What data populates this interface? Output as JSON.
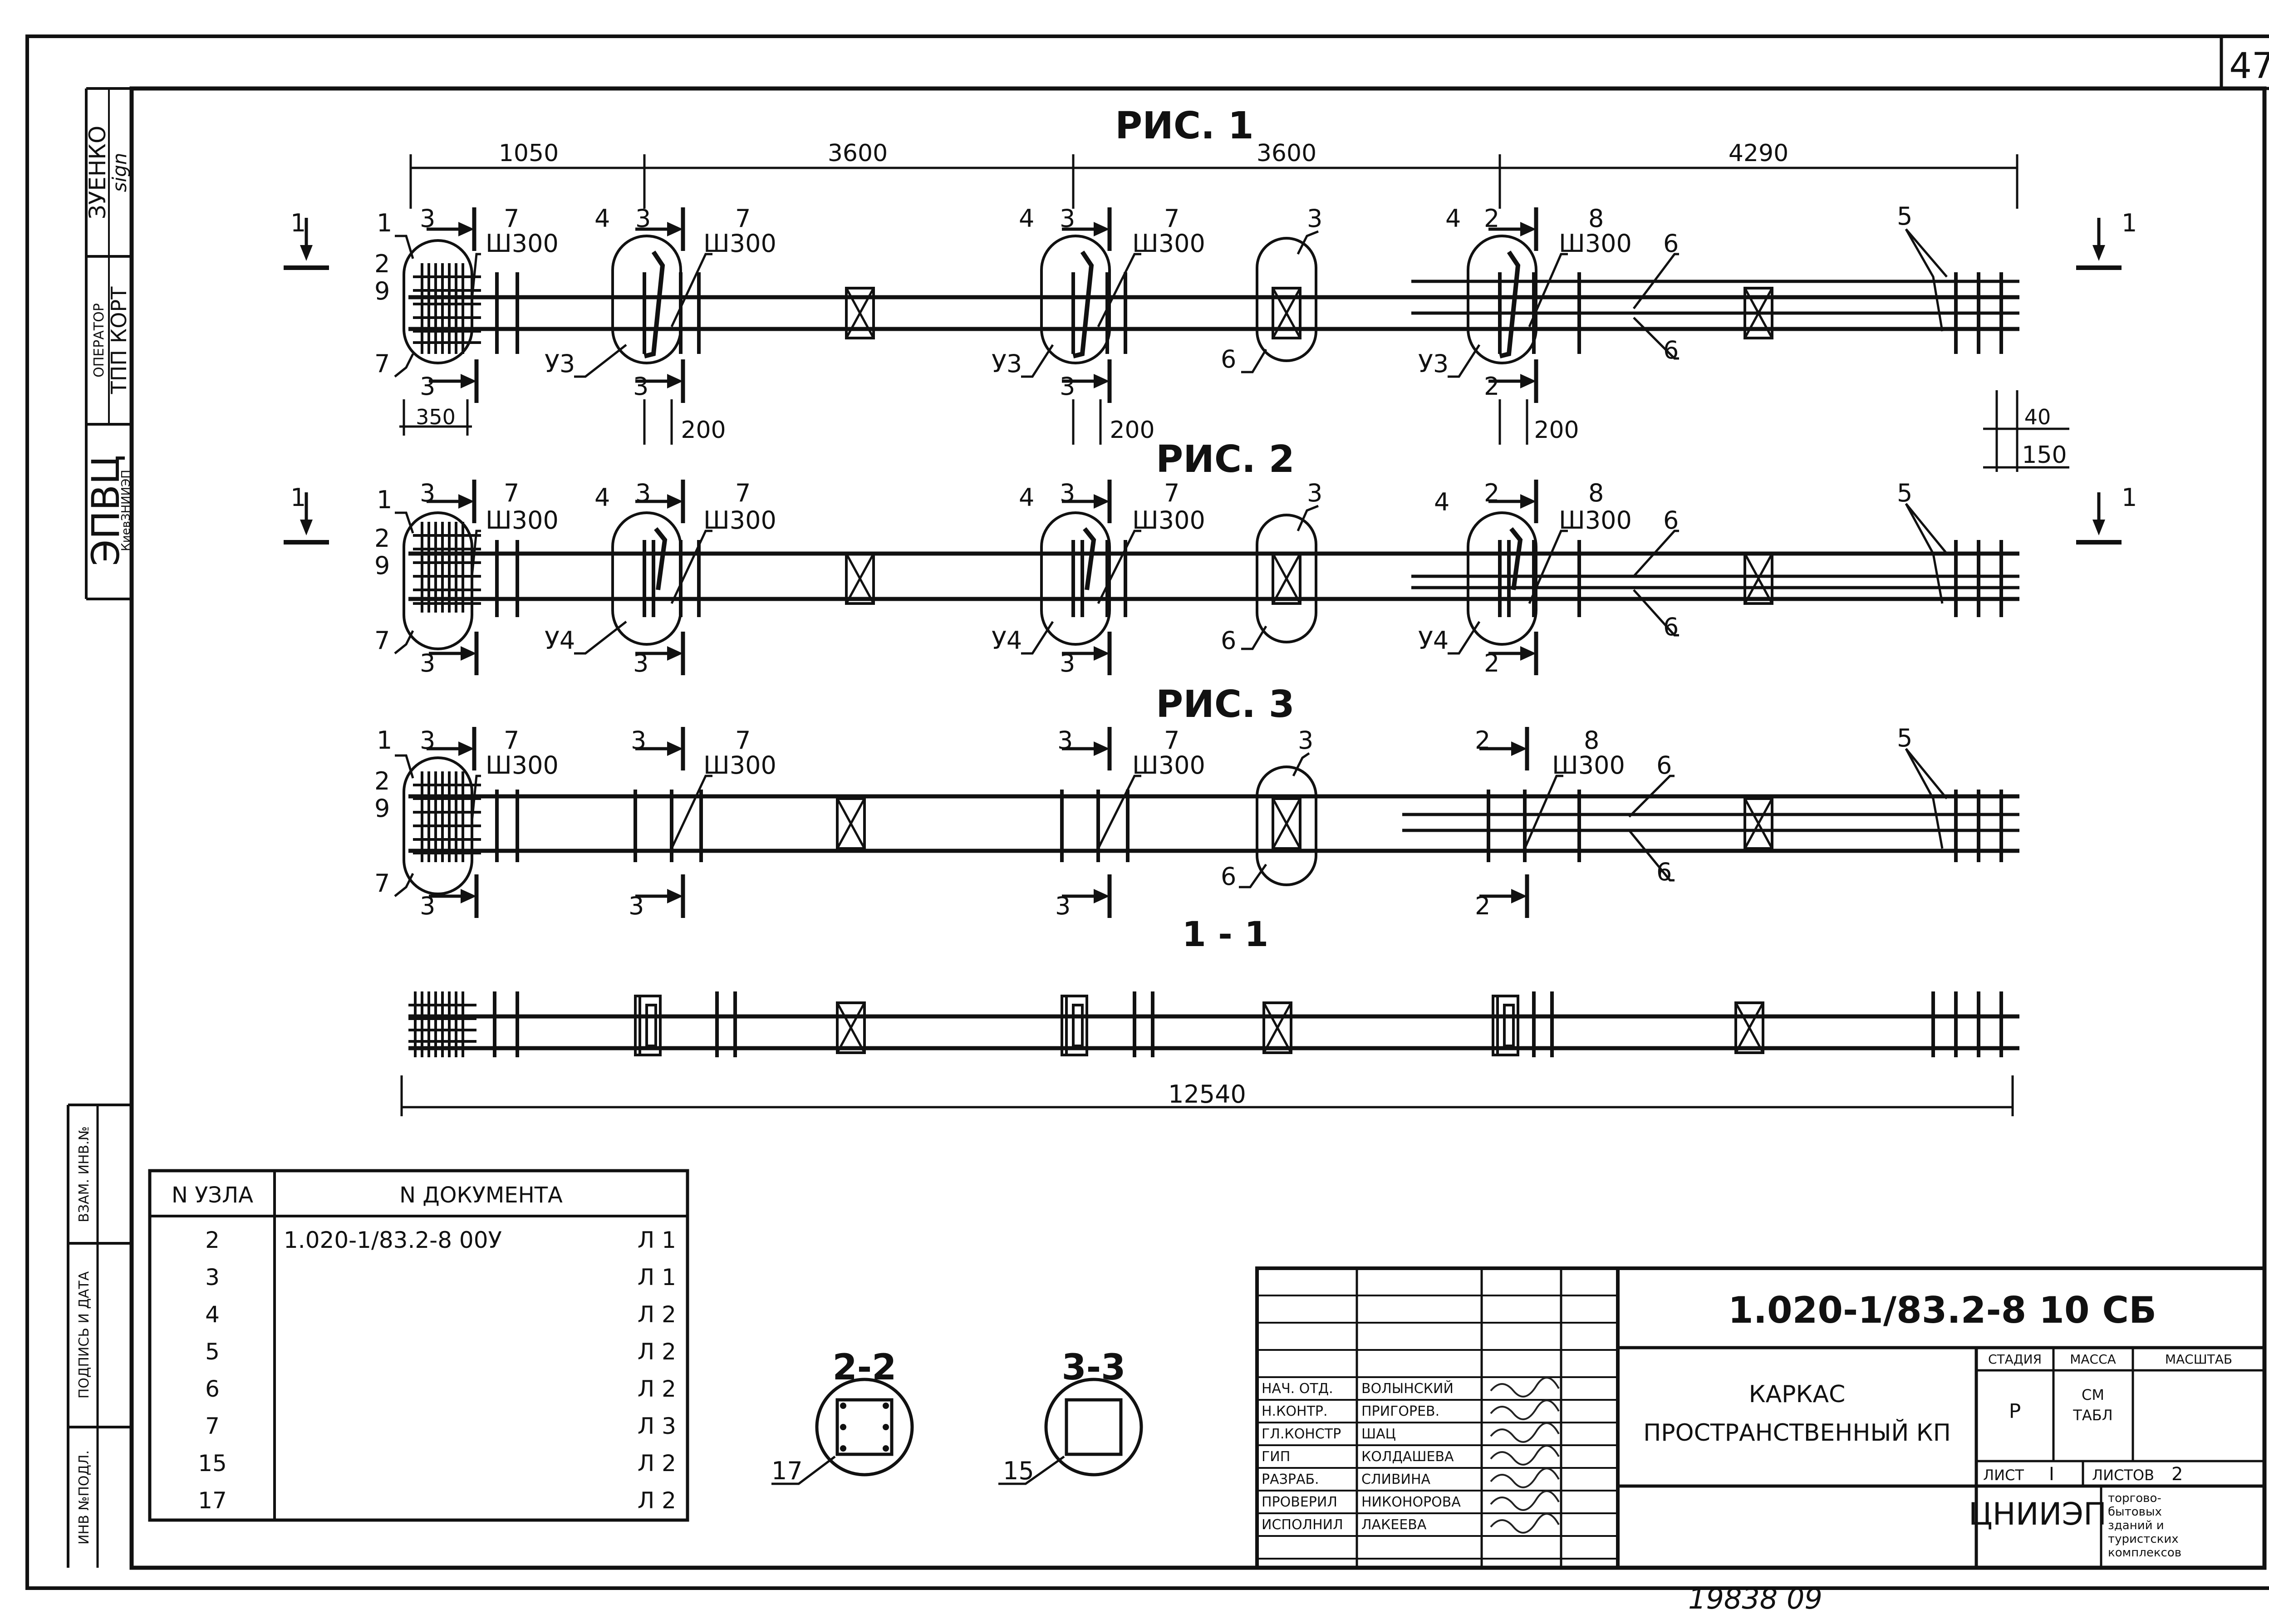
{
  "sheet": {
    "page_number": "47",
    "handwritten_bottom": "19838  09"
  },
  "left_strip": {
    "org_line1": "ЭПВЦ",
    "org_line2": "КиевЗНИИЭП",
    "operator_label": "ОПЕРАТОР",
    "operator_value": "ТПП КОРТ",
    "name": "ЗУЕНКО",
    "bottom_boxes": [
      "ВЗАМ. ИНВ.№",
      "ПОДПИСЬ И ДАТА",
      "ИНВ №ПОДЛ."
    ]
  },
  "figures": [
    {
      "title": "РИС. 1",
      "dims_top": [
        "1050",
        "3600",
        "3600",
        "4290"
      ],
      "dims_bottom": [
        "350",
        "200",
        "200",
        "200",
        "40",
        "150"
      ],
      "section_mark": "1",
      "callouts": {
        "n1": "1",
        "n2": "2",
        "n9": "9",
        "n7": "7",
        "a3": "3",
        "a7": "7",
        "a_sh": "Ш300",
        "b4": "4",
        "b3": "3",
        "b7": "7",
        "b_sh": "Ш300",
        "b_u": "У3",
        "b_cut": "3",
        "c4": "4",
        "c3": "3",
        "c7": "7",
        "c_sh": "Ш300",
        "c_u": "У3",
        "c_cut": "3",
        "d3": "3",
        "d6": "6",
        "e4": "4",
        "e2": "2",
        "e8": "8",
        "e_sh": "Ш300",
        "e_u": "У3",
        "e_cut": "2",
        "e6a": "6",
        "e6b": "6",
        "f5": "5",
        "a_cut": "3"
      }
    },
    {
      "title": "РИС. 2",
      "section_mark": "1",
      "callouts": {
        "n1": "1",
        "n2": "2",
        "n9": "9",
        "n7": "7",
        "a3": "3",
        "a7": "7",
        "a_sh": "Ш300",
        "b4": "4",
        "b3": "3",
        "b7": "7",
        "b_sh": "Ш300",
        "b_u": "У4",
        "b_cut": "3",
        "c4": "4",
        "c3": "3",
        "c7": "7",
        "c_sh": "Ш300",
        "c_u": "У4",
        "c_cut": "3",
        "d3": "3",
        "d6": "6",
        "e4": "4",
        "e2": "2",
        "e8": "8",
        "e_sh": "Ш300",
        "e_u": "У4",
        "e_cut": "2",
        "e6a": "6",
        "e6b": "6",
        "f5": "5",
        "a_cut": "3"
      }
    },
    {
      "title": "РИС. 3",
      "callouts": {
        "n1": "1",
        "n2": "2",
        "n9": "9",
        "n7": "7",
        "a3": "3",
        "a7": "7",
        "a_sh": "Ш300",
        "b3": "3",
        "b7": "7",
        "b_sh": "Ш300",
        "b_cut": "3",
        "c3": "3",
        "c7": "7",
        "c_sh": "Ш300",
        "c_cut": "3",
        "d3": "3",
        "d6": "6",
        "e2": "2",
        "e8": "8",
        "e_sh": "Ш300",
        "e_cut": "2",
        "e6a": "6",
        "e6b": "6",
        "f5": "5",
        "a_cut": "3"
      }
    }
  ],
  "section_1_1": {
    "title": "1 - 1",
    "overall_dim": "12540"
  },
  "sections_small": [
    {
      "title": "2-2",
      "callout": "17"
    },
    {
      "title": "3-3",
      "callout": "15"
    }
  ],
  "node_table": {
    "headers": [
      "N УЗЛА",
      "N ДОКУМЕНТА"
    ],
    "rows": [
      {
        "node": "2",
        "doc": "1.020-1/83.2-8 00У",
        "sheet": "Л 1"
      },
      {
        "node": "3",
        "doc": "",
        "sheet": "Л 1"
      },
      {
        "node": "4",
        "doc": "",
        "sheet": "Л 2"
      },
      {
        "node": "5",
        "doc": "",
        "sheet": "Л 2"
      },
      {
        "node": "6",
        "doc": "",
        "sheet": "Л 2"
      },
      {
        "node": "7",
        "doc": "",
        "sheet": "Л 3"
      },
      {
        "node": "15",
        "doc": "",
        "sheet": "Л 2"
      },
      {
        "node": "17",
        "doc": "",
        "sheet": "Л 2"
      }
    ]
  },
  "title_block": {
    "doc_code": "1.020-1/83.2-8 10 СБ",
    "name_line1": "КАРКАС",
    "name_line2": "ПРОСТРАНСТВЕННЫЙ КП",
    "stage_label": "СТАДИЯ",
    "mass_label": "МАССА",
    "scale_label": "МАСШТАБ",
    "stage_value": "Р",
    "mass_value_1": "СМ",
    "mass_value_2": "ТАБЛ",
    "sheet_label": "ЛИСТ",
    "sheet_value": "I",
    "sheets_label": "ЛИСТОВ",
    "sheets_value": "2",
    "org": "ЦНИИЭП",
    "org_desc": [
      "торгово-",
      "бытовых",
      "зданий и",
      "туристских",
      "комплексов"
    ],
    "signatures": [
      {
        "role": "НАЧ. ОТД.",
        "name": "ВОЛЫНСКИЙ"
      },
      {
        "role": "Н.КОНТР.",
        "name": "ПРИГОРЕВ."
      },
      {
        "role": "ГЛ.КОНСТР",
        "name": "ШАЦ"
      },
      {
        "role": "ГИП",
        "name": "КОЛДАШЕВА"
      },
      {
        "role": "РАЗРАБ.",
        "name": "СЛИВИНА"
      },
      {
        "role": "ПРОВЕРИЛ",
        "name": "НИКОНОРОВА"
      },
      {
        "role": "ИСПОЛНИЛ",
        "name": "ЛАКЕЕВА"
      }
    ]
  }
}
